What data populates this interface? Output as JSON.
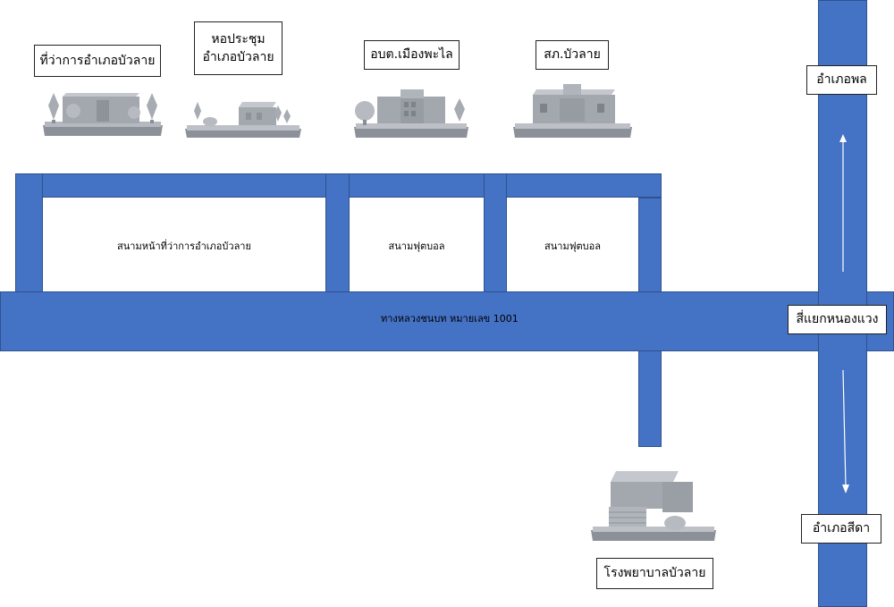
{
  "map": {
    "road_name": "ทางหลวงชนบท หมายเลข  1001",
    "fields": {
      "district_field": "สนามหน้าที่ว่าการอำเภอบัวลาย",
      "football_1": "สนามฟุตบอล",
      "football_2": "สนามฟุตบอล"
    },
    "places": {
      "district_office": "ที่ว่าการอำเภอบัวลาย",
      "meeting_hall": "หอประชุม\nอำเภอบัวลาย",
      "sao": "อบต.เมืองพะไล",
      "police": "สภ.บัวลาย",
      "hospital": "โรงพยาบาลบัวลาย"
    },
    "directions": {
      "north": "อำเภอพล",
      "junction": "สี่แยกหนองแวง",
      "south": "อำเภอสีดา"
    },
    "colors": {
      "road": "#4472c4",
      "building": "#9fa3ab"
    }
  }
}
